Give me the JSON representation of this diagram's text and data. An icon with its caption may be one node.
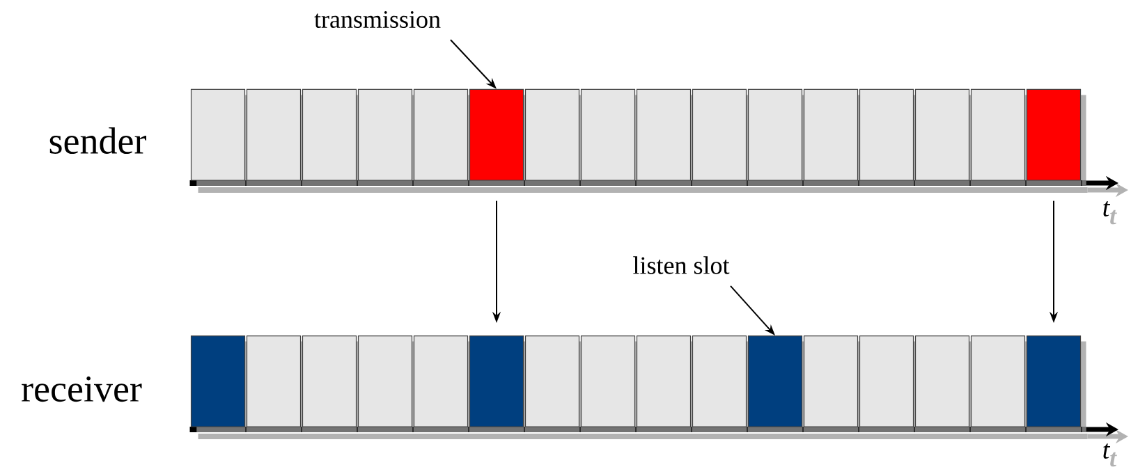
{
  "diagram": {
    "nodes": [
      {
        "text": [
          "transmission"
        ]
      },
      {
        "text": [],
        "shape": "box"
      },
      {
        "text": [],
        "shape": "box"
      },
      {
        "text": [],
        "shape": "box"
      },
      {
        "text": [],
        "shape": "box"
      },
      {
        "text": [],
        "shape": "box"
      },
      {
        "text": [],
        "shape": "box"
      },
      {
        "text": [],
        "shape": "box"
      },
      {
        "text": [],
        "shape": "box"
      },
      {
        "text": [],
        "shape": "box"
      },
      {
        "text": [],
        "shape": "box"
      },
      {
        "text": [],
        "shape": "box"
      },
      {
        "text": [],
        "shape": "box"
      },
      {
        "text": [],
        "shape": "box"
      },
      {
        "text": [],
        "shape": "box"
      },
      {
        "text": [],
        "shape": "box"
      },
      {
        "text": [],
        "shape": "box"
      },
      {
        "text": [
          "listen slot"
        ]
      },
      {
        "text": [],
        "shape": "box"
      },
      {
        "text": [],
        "shape": "box"
      },
      {
        "text": [],
        "shape": "box"
      },
      {
        "text": [],
        "shape": "box"
      },
      {
        "text": [],
        "shape": "box"
      },
      {
        "text": [],
        "shape": "box"
      },
      {
        "text": [],
        "shape": "box"
      },
      {
        "text": [],
        "shape": "box"
      },
      {
        "text": [],
        "shape": "box"
      },
      {
        "text": [],
        "shape": "box"
      },
      {
        "text": [],
        "shape": "box"
      },
      {
        "text": [],
        "shape": "box"
      },
      {
        "text": [],
        "shape": "box"
      },
      {
        "text": [],
        "shape": "box"
      },
      {
        "text": [],
        "shape": "box"
      },
      {
        "text": [],
        "shape": "box"
      }
    ],
    "edges": [
      {
        "from": 0,
        "to": 6,
        "arrow": "to"
      },
      {
        "from": 6,
        "to": 23,
        "arrow": "to"
      },
      {
        "from": 16,
        "to": 33,
        "arrow": "to"
      },
      {
        "from": 17,
        "to": 28,
        "arrow": "to"
      }
    ],
    "labels": [
      "sender",
      "receiver",
      "t",
      "t",
      "t",
      "t"
    ]
  }
}
